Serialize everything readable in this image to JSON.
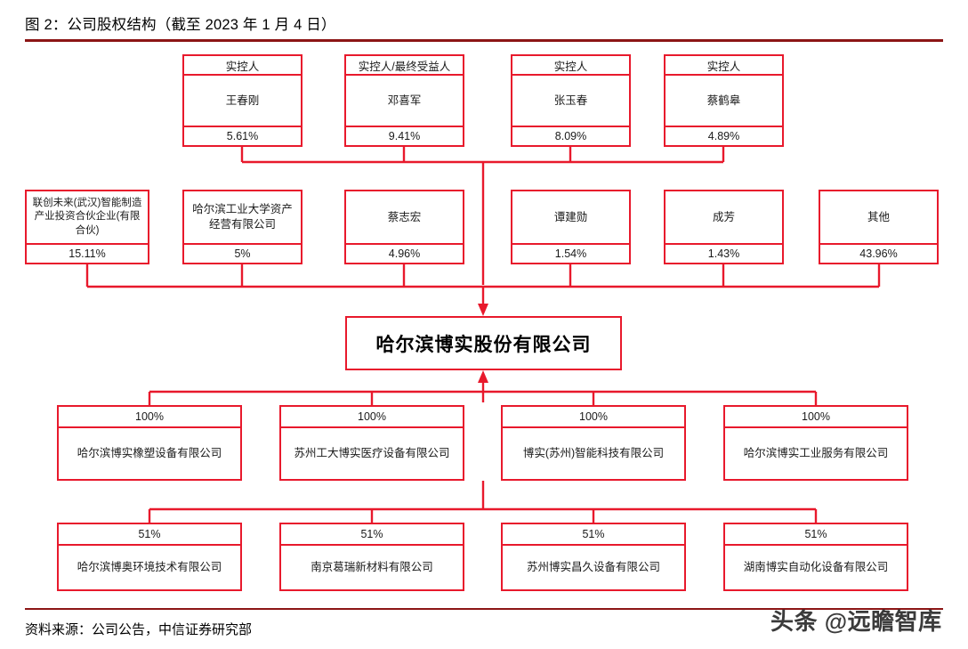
{
  "header": {
    "title": "图 2：公司股权结构（截至 2023 年 1 月 4 日）"
  },
  "footer": {
    "source": "资料来源：公司公告，中信证券研究部",
    "watermark": "头条 @远瞻智库"
  },
  "colors": {
    "box_border": "#e8192c",
    "rule": "#8c1515",
    "text": "#1a1a1a"
  },
  "chart_data": {
    "type": "diagram",
    "title": "图 2：公司股权结构（截至 2023 年 1 月 4 日）",
    "diagram_kind": "ownership-structure-org-chart",
    "center": {
      "name": "哈尔滨博实股份有限公司"
    },
    "controllers": [
      {
        "role": "实控人",
        "name": "王春刚",
        "stake": "5.61%"
      },
      {
        "role": "实控人/最终受益人",
        "name": "邓喜军",
        "stake": "9.41%"
      },
      {
        "role": "实控人",
        "name": "张玉春",
        "stake": "8.09%"
      },
      {
        "role": "实控人",
        "name": "蔡鹤皋",
        "stake": "4.89%"
      }
    ],
    "shareholders": [
      {
        "name": "联创未来(武汉)智能制造产业投资合伙企业(有限合伙)",
        "stake": "15.11%"
      },
      {
        "name": "哈尔滨工业大学资产经营有限公司",
        "stake": "5%"
      },
      {
        "name": "蔡志宏",
        "stake": "4.96%"
      },
      {
        "name": "谭建勋",
        "stake": "1.54%"
      },
      {
        "name": "成芳",
        "stake": "1.43%"
      },
      {
        "name": "其他",
        "stake": "43.96%"
      }
    ],
    "subsidiaries_row1": [
      {
        "stake": "100%",
        "name": "哈尔滨博实橡塑设备有限公司"
      },
      {
        "stake": "100%",
        "name": "苏州工大博实医疗设备有限公司"
      },
      {
        "stake": "100%",
        "name": "博实(苏州)智能科技有限公司"
      },
      {
        "stake": "100%",
        "name": "哈尔滨博实工业服务有限公司"
      }
    ],
    "subsidiaries_row2": [
      {
        "stake": "51%",
        "name": "哈尔滨博奥环境技术有限公司"
      },
      {
        "stake": "51%",
        "name": "南京葛瑞新材料有限公司"
      },
      {
        "stake": "51%",
        "name": "苏州博实昌久设备有限公司"
      },
      {
        "stake": "51%",
        "name": "湖南博实自动化设备有限公司"
      }
    ]
  }
}
